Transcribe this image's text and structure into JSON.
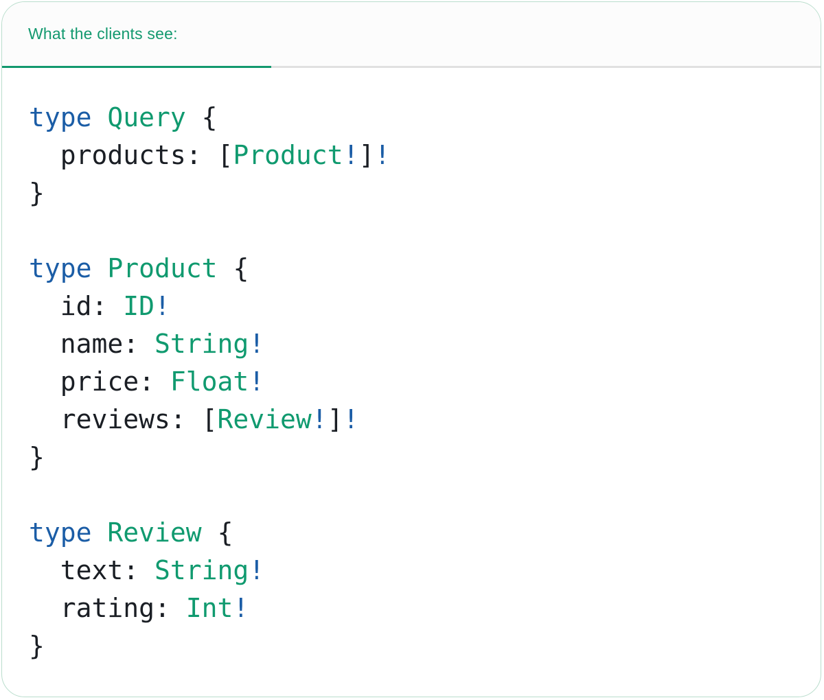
{
  "card": {
    "tab_label": "What the clients see:"
  },
  "colors": {
    "card_border": "#b9ddcc",
    "header_bg": "#fcfcfc",
    "tabbar_border": "#e1e1e1",
    "tab_underline": "#12996e",
    "tab_text": "#13996f",
    "keyword": "#1b5da6",
    "type_name": "#109a6f",
    "plain": "#1a1e24",
    "code_bg": "#ffffff"
  },
  "code": {
    "lines": [
      {
        "tokens": [
          {
            "text": "type",
            "style": "keyword"
          },
          {
            "text": " ",
            "style": "plain"
          },
          {
            "text": "Query",
            "style": "type"
          },
          {
            "text": " {",
            "style": "plain"
          }
        ]
      },
      {
        "tokens": [
          {
            "text": "  products: [",
            "style": "plain"
          },
          {
            "text": "Product",
            "style": "type"
          },
          {
            "text": "!",
            "style": "keyword"
          },
          {
            "text": "]",
            "style": "plain"
          },
          {
            "text": "!",
            "style": "keyword"
          }
        ]
      },
      {
        "tokens": [
          {
            "text": "}",
            "style": "plain"
          }
        ]
      },
      {
        "tokens": []
      },
      {
        "tokens": [
          {
            "text": "type",
            "style": "keyword"
          },
          {
            "text": " ",
            "style": "plain"
          },
          {
            "text": "Product",
            "style": "type"
          },
          {
            "text": " {",
            "style": "plain"
          }
        ]
      },
      {
        "tokens": [
          {
            "text": "  id: ",
            "style": "plain"
          },
          {
            "text": "ID",
            "style": "type"
          },
          {
            "text": "!",
            "style": "keyword"
          }
        ]
      },
      {
        "tokens": [
          {
            "text": "  name: ",
            "style": "plain"
          },
          {
            "text": "String",
            "style": "type"
          },
          {
            "text": "!",
            "style": "keyword"
          }
        ]
      },
      {
        "tokens": [
          {
            "text": "  price: ",
            "style": "plain"
          },
          {
            "text": "Float",
            "style": "type"
          },
          {
            "text": "!",
            "style": "keyword"
          }
        ]
      },
      {
        "tokens": [
          {
            "text": "  reviews: [",
            "style": "plain"
          },
          {
            "text": "Review",
            "style": "type"
          },
          {
            "text": "!",
            "style": "keyword"
          },
          {
            "text": "]",
            "style": "plain"
          },
          {
            "text": "!",
            "style": "keyword"
          }
        ]
      },
      {
        "tokens": [
          {
            "text": "}",
            "style": "plain"
          }
        ]
      },
      {
        "tokens": []
      },
      {
        "tokens": [
          {
            "text": "type",
            "style": "keyword"
          },
          {
            "text": " ",
            "style": "plain"
          },
          {
            "text": "Review",
            "style": "type"
          },
          {
            "text": " {",
            "style": "plain"
          }
        ]
      },
      {
        "tokens": [
          {
            "text": "  text: ",
            "style": "plain"
          },
          {
            "text": "String",
            "style": "type"
          },
          {
            "text": "!",
            "style": "keyword"
          }
        ]
      },
      {
        "tokens": [
          {
            "text": "  rating: ",
            "style": "plain"
          },
          {
            "text": "Int",
            "style": "type"
          },
          {
            "text": "!",
            "style": "keyword"
          }
        ]
      },
      {
        "tokens": [
          {
            "text": "}",
            "style": "plain"
          }
        ]
      }
    ]
  }
}
